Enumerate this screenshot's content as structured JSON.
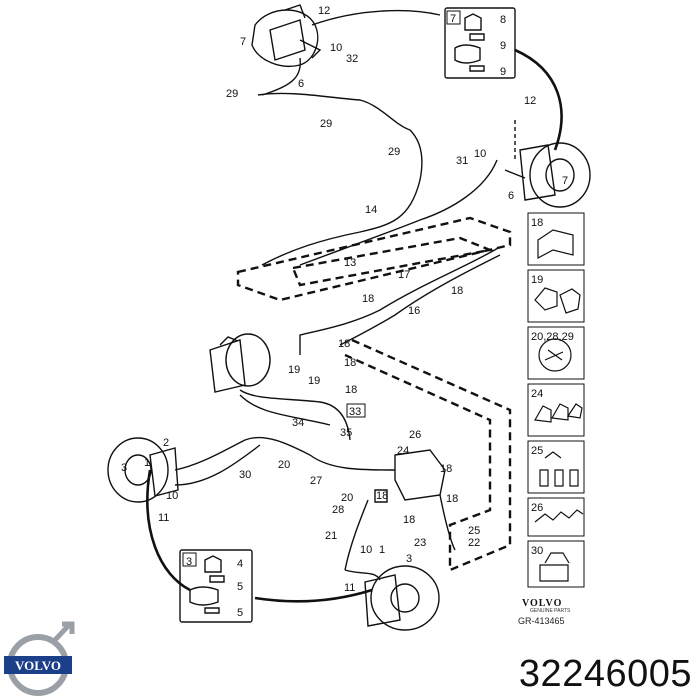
{
  "labels": {
    "top_left_wheel": [
      "12",
      "7",
      "10",
      "32",
      "6"
    ],
    "top_inset": [
      "7",
      "8",
      "9",
      "9"
    ],
    "right_rear": [
      "12",
      "10",
      "31",
      "7",
      "6"
    ],
    "lines_top": [
      "29",
      "29",
      "29",
      "14",
      "13",
      "17",
      "18",
      "16",
      "18"
    ],
    "middle": [
      "18",
      "19",
      "19",
      "18",
      "18",
      "33",
      "34",
      "35"
    ],
    "left_front": [
      "2",
      "3",
      "1",
      "10",
      "11",
      "30",
      "20",
      "27"
    ],
    "abs_area": [
      "26",
      "24",
      "18",
      "20",
      "18",
      "28",
      "18",
      "18",
      "25",
      "22",
      "23",
      "21"
    ],
    "bottom_right_wheel": [
      "10",
      "1",
      "11",
      "3"
    ],
    "bottom_inset": [
      "3",
      "4",
      "5",
      "5"
    ]
  },
  "side_panel": [
    {
      "label": "18",
      "icon": "clip-icon"
    },
    {
      "label": "19",
      "icon": "double-clip-icon"
    },
    {
      "label": "20,28,29",
      "icon": "fan-clip-icon"
    },
    {
      "label": "24",
      "icon": "triple-clip-icon"
    },
    {
      "label": "25",
      "icon": "multi-clip-icon"
    },
    {
      "label": "26",
      "icon": "strip-clip-icon"
    },
    {
      "label": "30",
      "icon": "bracket-clip-icon"
    }
  ],
  "brand_box": {
    "name": "VOLVO",
    "sub": "GENUINE PARTS",
    "ref": "GR-413465"
  },
  "logo": {
    "name": "VOLVO"
  },
  "part_number": "32246005",
  "colors": {
    "ink": "#111111",
    "logo_blue": "#1c3f8a",
    "logo_silver": "#9aa0a6"
  }
}
